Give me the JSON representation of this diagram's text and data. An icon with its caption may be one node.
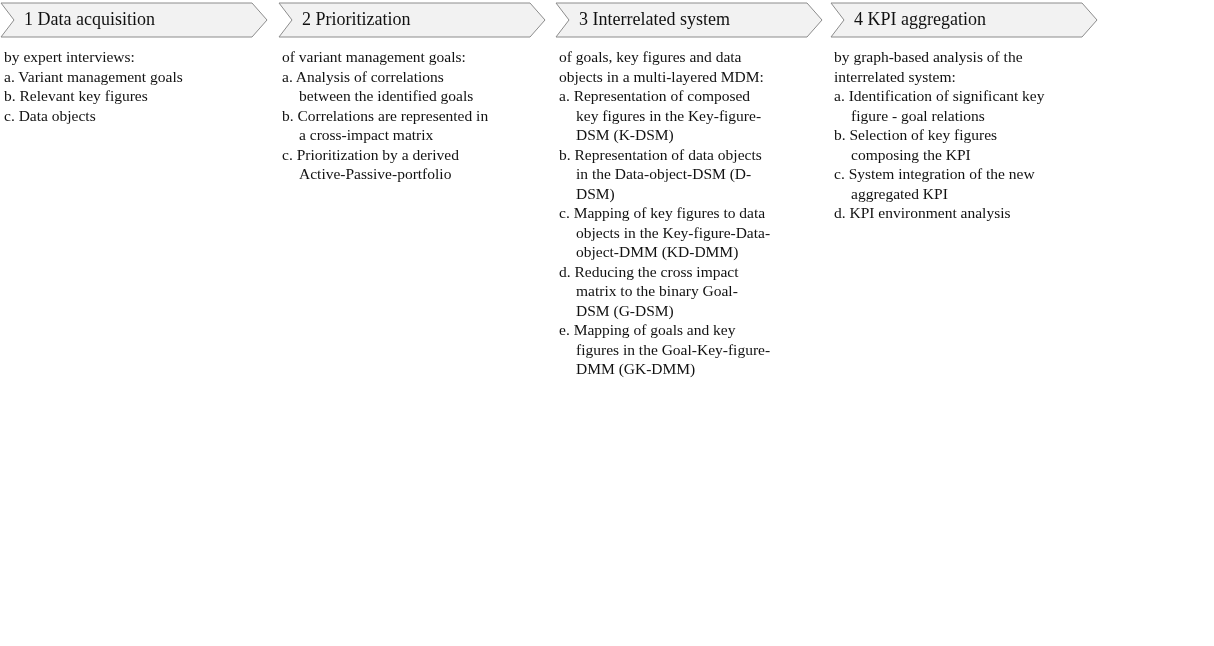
{
  "diagram": {
    "nodes": [
      {
        "text": [
          "1 Data acquisition"
        ],
        "beside": [
          "by expert interviews:",
          "a. Variant management goals",
          "b. Relevant key figures",
          "c. Data objects"
        ]
      },
      {
        "text": [
          "2 Prioritization"
        ],
        "beside": [
          "of variant management goals:",
          "a. Analysis of correlations between the identified goals",
          "b. Correlations are represented in a cross-impact matrix",
          "c. Prioritization by a derived Active-Passive-portfolio"
        ]
      },
      {
        "text": [
          "3 Interrelated system"
        ],
        "beside": [
          "of goals, key figures and data objects in a multi-layered MDM:",
          "a. Representation of composed key figures in the Key-figure-DSM (K-DSM)",
          "b. Representation of data objects in the Data-object-DSM (D-DSM)",
          "c. Mapping of key figures to data objects in the Key-figure-Data-object-DMM (KD-DMM)",
          "d. Reducing the cross impact matrix to the binary Goal-DSM (G-DSM)",
          "e. Mapping of goals and key figures in the Goal-Key-figure-DMM (GK-DMM)"
        ]
      },
      {
        "text": [
          "4 KPI aggregation"
        ],
        "beside": [
          "by graph-based analysis of the interrelated system:",
          "a. Identification of significant key figure - goal relations",
          "b. Selection of key figures composing the KPI",
          "c. System integration of the new aggregated KPI",
          "d. KPI environment analysis"
        ]
      }
    ]
  }
}
